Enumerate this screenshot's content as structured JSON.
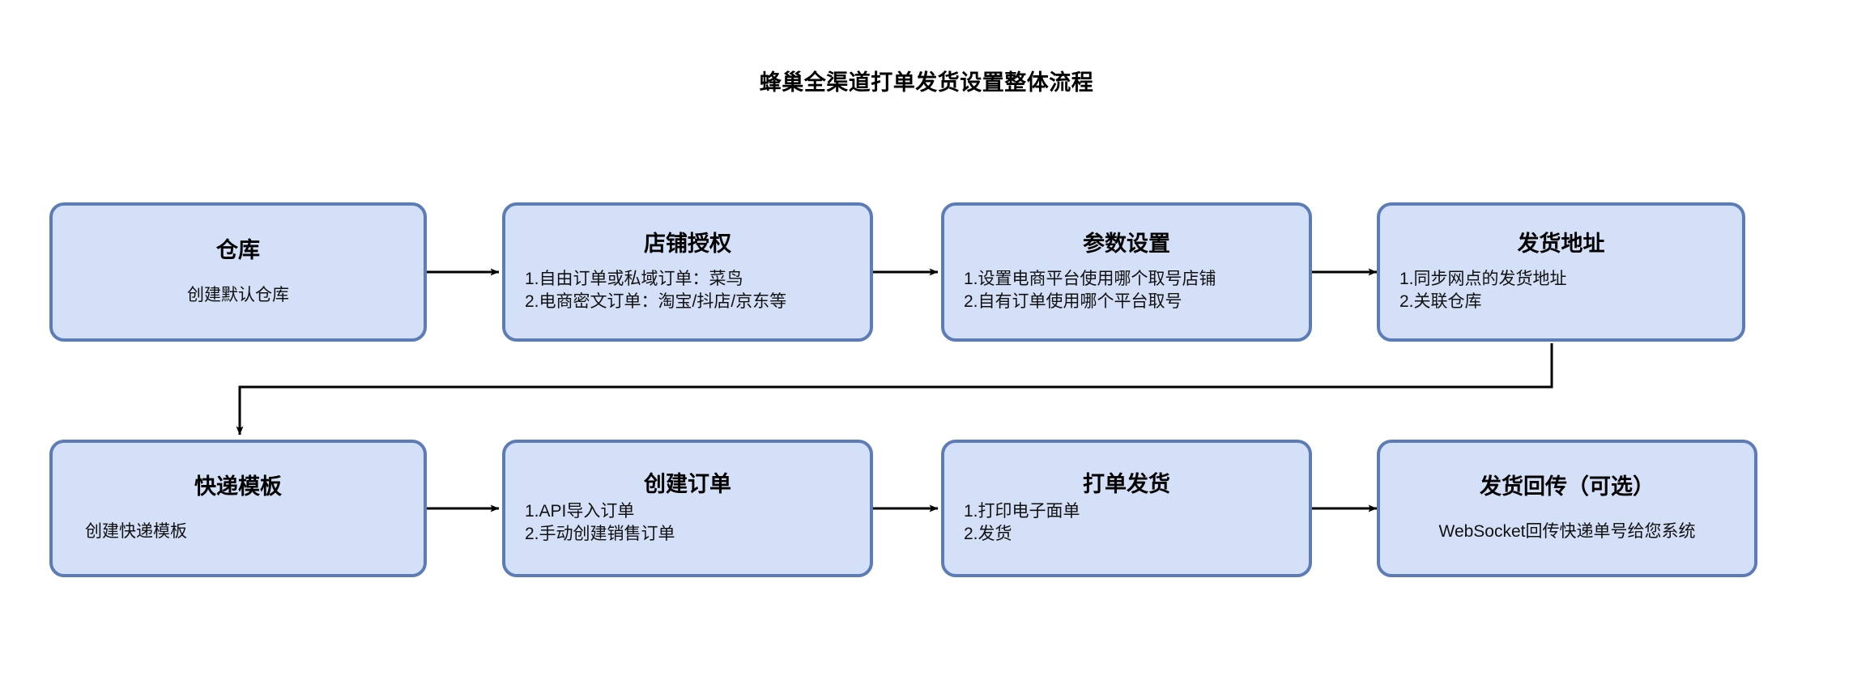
{
  "title": "蜂巢全渠道打单发货设置整体流程",
  "theme": {
    "node_fill": "#d4e0f7",
    "node_border": "#5c7cb8",
    "connector": "#000000",
    "text": "#000000",
    "background": "#ffffff"
  },
  "nodes": [
    {
      "id": "warehouse",
      "title": "仓库",
      "lines": [
        "创建默认仓库"
      ],
      "style": "centered"
    },
    {
      "id": "shop-auth",
      "title": "店铺授权",
      "lines": [
        "1.自由订单或私域订单：菜鸟",
        "2.电商密文订单：淘宝/抖店/京东等"
      ],
      "style": "listed"
    },
    {
      "id": "parameter-setting",
      "title": "参数设置",
      "lines": [
        "1.设置电商平台使用哪个取号店铺",
        "2.自有订单使用哪个平台取号"
      ],
      "style": "listed"
    },
    {
      "id": "shipping-address",
      "title": "发货地址",
      "lines": [
        "1.同步网点的发货地址",
        "2.关联仓库"
      ],
      "style": "listed"
    },
    {
      "id": "express-template",
      "title": "快递模板",
      "lines": [
        "创建快递模板"
      ],
      "style": "indented"
    },
    {
      "id": "create-order",
      "title": "创建订单",
      "lines": [
        "1.API导入订单",
        "2.手动创建销售订单"
      ],
      "style": "listed-tight"
    },
    {
      "id": "print-and-ship",
      "title": "打单发货",
      "lines": [
        "1.打印电子面单",
        "2.发货"
      ],
      "style": "listed-tight"
    },
    {
      "id": "shipment-callback",
      "title": "发货回传（可选）",
      "lines": [
        "WebSocket回传快递单号给您系统"
      ],
      "style": "centered"
    }
  ],
  "connectors": [
    {
      "id": "warehouse-to-shop-auth",
      "kind": "arrow-right"
    },
    {
      "id": "shop-auth-to-parameter-setting",
      "kind": "arrow-right"
    },
    {
      "id": "parameter-setting-to-shipping-address",
      "kind": "arrow-right"
    },
    {
      "id": "shipping-address-to-express-template",
      "kind": "elbow-down-left"
    },
    {
      "id": "express-template-to-create-order",
      "kind": "arrow-right"
    },
    {
      "id": "create-order-to-print-and-ship",
      "kind": "arrow-right"
    },
    {
      "id": "print-and-ship-to-shipment-callback",
      "kind": "arrow-right"
    }
  ]
}
